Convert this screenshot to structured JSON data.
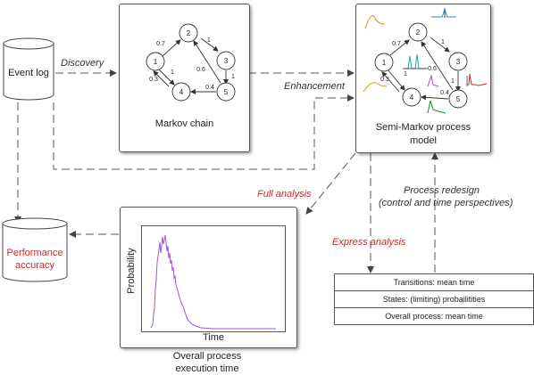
{
  "event_log": {
    "label": "Event log"
  },
  "performance": {
    "label": "Performance accuracy",
    "line1": "Performance",
    "line2": "accuracy",
    "color": "#e02020"
  },
  "markov": {
    "caption": "Markov chain",
    "nodes": [
      "1",
      "2",
      "3",
      "4",
      "5"
    ],
    "edges": [
      {
        "from": "1",
        "to": "2",
        "label": "0.7"
      },
      {
        "from": "2",
        "to": "3",
        "label": "1"
      },
      {
        "from": "3",
        "to": "5",
        "label": "1"
      },
      {
        "from": "5",
        "to": "4",
        "label": "0.4"
      },
      {
        "from": "5",
        "to": "2",
        "label": "0.6"
      },
      {
        "from": "1",
        "to": "4",
        "label": "0.3"
      },
      {
        "from": "4",
        "to": "1",
        "label": "1"
      }
    ]
  },
  "semi_markov": {
    "caption_line1": "Semi-Markov process",
    "caption_line2": "model"
  },
  "arrows": {
    "discovery": "Discovery",
    "enhancement": "Enhancement",
    "full_analysis": "Full analysis",
    "express_analysis": "Express analysis",
    "process_redesign_line1": "Process redesign",
    "process_redesign_line2": "(control and time perspectives)"
  },
  "histogram": {
    "ylabel": "Probability",
    "xlabel": "Time",
    "caption_line1": "Overall process",
    "caption_line2": "execution time",
    "color": "#9b59d0"
  },
  "results_table": {
    "rows": [
      "Transitions: mean time",
      "States: (limiting) probailitities",
      "Overall process: mean time"
    ]
  },
  "colors": {
    "accent_red": "#e02020",
    "arrow": "#555555"
  }
}
